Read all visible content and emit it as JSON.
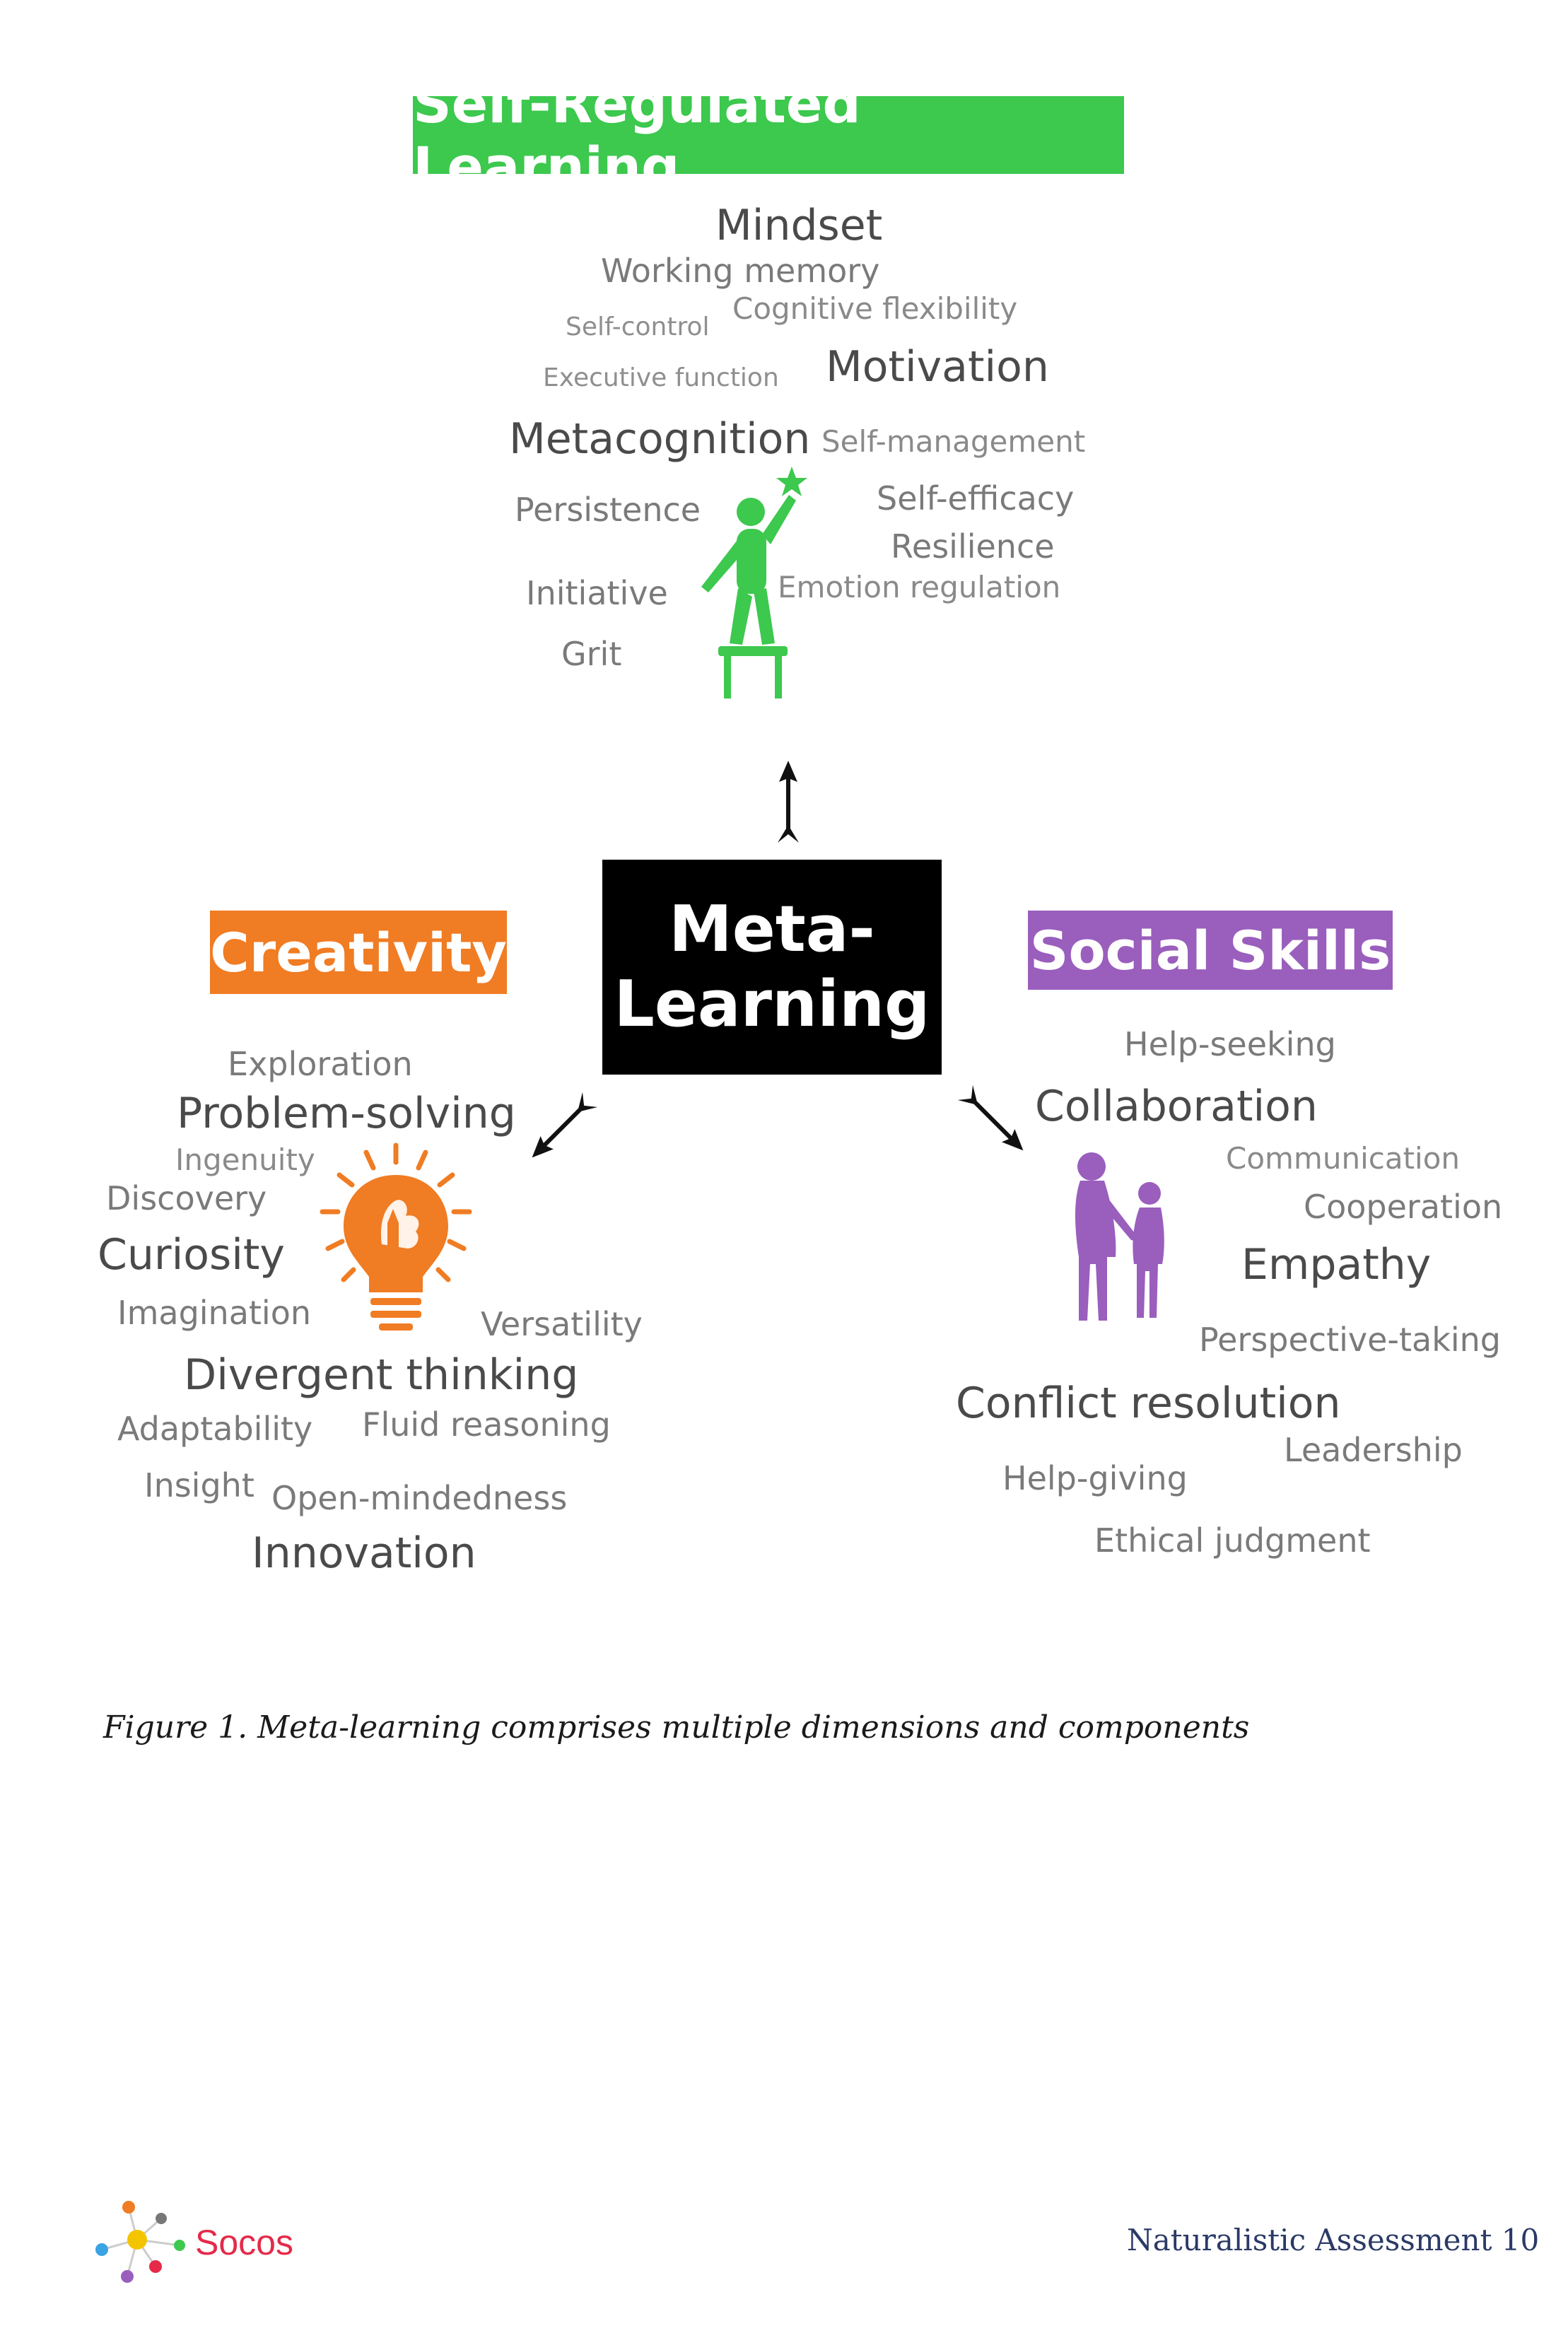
{
  "srl": {
    "header": "Self-Regulated Learning",
    "terms": {
      "mindset": "Mindset",
      "working_memory": "Working memory",
      "self_control": "Self-control",
      "cognitive_flexibility": "Cognitive flexibility",
      "executive_function": "Executive function",
      "motivation": "Motivation",
      "metacognition": "Metacognition",
      "self_management": "Self-management",
      "persistence": "Persistence",
      "self_efficacy": "Self-efficacy",
      "resilience": "Resilience",
      "initiative": "Initiative",
      "emotion_regulation": "Emotion regulation",
      "grit": "Grit"
    }
  },
  "center": {
    "line1": "Meta-",
    "line2": "Learning"
  },
  "creativity": {
    "header": "Creativity",
    "terms": {
      "exploration": "Exploration",
      "problem_solving": "Problem-solving",
      "ingenuity": "Ingenuity",
      "discovery": "Discovery",
      "curiosity": "Curiosity",
      "imagination": "Imagination",
      "versatility": "Versatility",
      "divergent_thinking": "Divergent thinking",
      "adaptability": "Adaptability",
      "fluid_reasoning": "Fluid reasoning",
      "insight": "Insight",
      "open_mindedness": "Open-mindedness",
      "innovation": "Innovation"
    }
  },
  "social": {
    "header": "Social Skills",
    "terms": {
      "help_seeking": "Help-seeking",
      "collaboration": "Collaboration",
      "communication": "Communication",
      "cooperation": "Cooperation",
      "empathy": "Empathy",
      "perspective_taking": "Perspective-taking",
      "conflict_resolution": "Conflict resolution",
      "leadership": "Leadership",
      "help_giving": "Help-giving",
      "ethical_judgment": "Ethical judgment"
    }
  },
  "caption": "Figure 1. Meta-learning comprises multiple dimensions and components",
  "footer": {
    "logo_text": "Socos",
    "page_label": "Naturalistic Assessment 10"
  },
  "colors": {
    "srl": "#3dc84e",
    "creativity": "#f07c23",
    "social": "#9a5ebd",
    "center": "#000000",
    "logo": "#e52a4a"
  },
  "icons": {
    "srl": "person-on-stool-icon",
    "creativity": "lightbulb-icon",
    "social": "adult-child-icon",
    "arrows": "arrow-icon"
  }
}
